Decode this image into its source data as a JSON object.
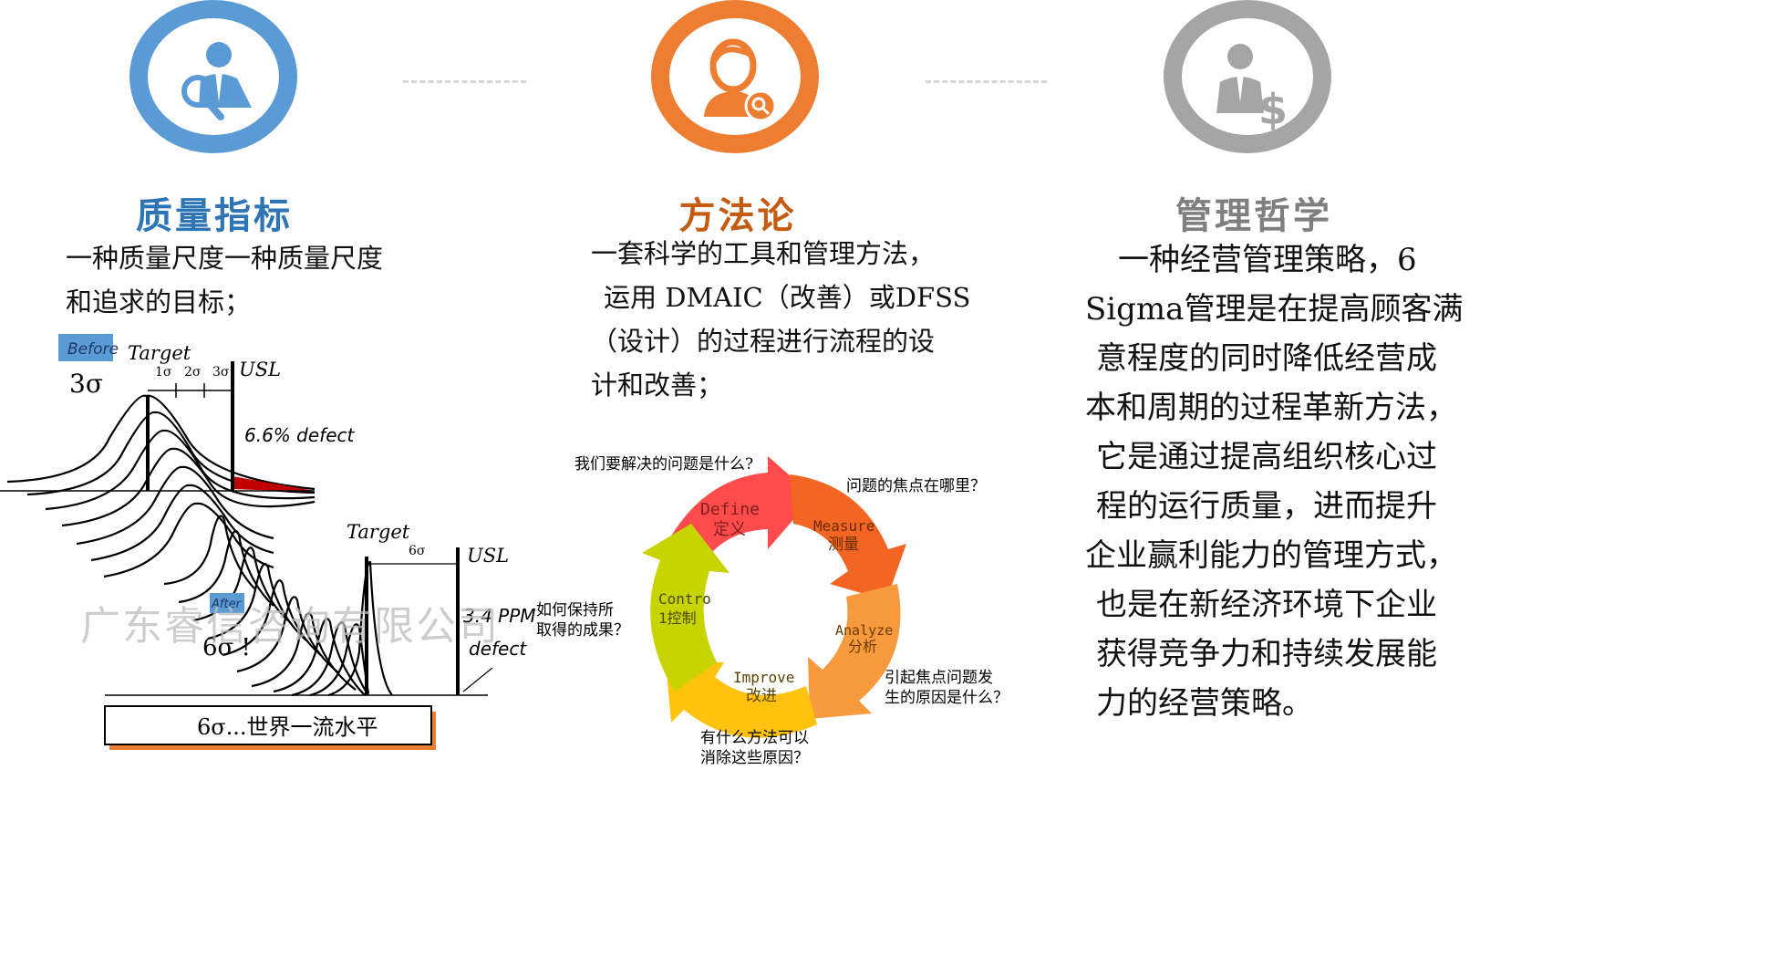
{
  "colors": {
    "blue": "#5b9bd5",
    "orange": "#ed7d31",
    "gray": "#a5a5a5",
    "title_blue": "#2e75b6",
    "title_orange": "#c55a11",
    "title_gray": "#7f7f7f",
    "defect_red": "#c00000"
  },
  "columns": [
    {
      "icon": "user-search-icon",
      "title": "质量指标",
      "lines": [
        "一种质量尺度一种质量尺度",
        "和追求的目标；"
      ]
    },
    {
      "icon": "person-magnifier-icon",
      "title": "方法论",
      "lines": [
        "一套科学的工具和管理方法，",
        "运用 DMAIC（改善）或DFSS",
        "（设计）的过程进行流程的设",
        "计和改善；"
      ]
    },
    {
      "icon": "businessman-dollar-icon",
      "title": "管理哲学",
      "lines": [
        "一种经营管理策略，6",
        "Sigma管理是在提高顾客满",
        "意程度的同时降低经营成",
        "本和周期的过程革新方法，",
        "它是通过提高组织核心过",
        "程的运行质量，进而提升",
        "企业赢利能力的管理方式，",
        "也是在新经济环境下企业",
        "获得竞争力和持续发展能",
        "力的经营策略。"
      ]
    }
  ],
  "sigma_chart": {
    "before_badge": "Before",
    "after_badge": "After",
    "target_top": "Target",
    "usl_top": "USL",
    "sigma_top": "3σ",
    "ticks": [
      "1σ",
      "2σ",
      "3σ"
    ],
    "defect_top": "6.6% defect",
    "target_bottom": "Target",
    "usl_bottom": "USL",
    "six_sigma_tick": "6σ",
    "ppm": "3.4 PPM",
    "defect_bottom": "defect",
    "sigma_bottom": "6σ !",
    "caption": "6σ...世界一流水平"
  },
  "watermark": "广东睿信咨询有限公司",
  "dmaic": {
    "steps": [
      {
        "en": "Define",
        "cn": "定义",
        "color": "#ff4b4b",
        "question": "我们要解决的问题是什么?"
      },
      {
        "en": "Measure",
        "cn": "测量",
        "color": "#f26522",
        "question": "问题的焦点在哪里？"
      },
      {
        "en": "Analyze",
        "cn": "分析",
        "color": "#f79a3e",
        "question": "引起焦点问题发\n生的原因是什么？"
      },
      {
        "en": "Improve",
        "cn": "改进",
        "color": "#ffc20e",
        "question": "有什么方法可以\n消除这些原因？"
      },
      {
        "en": "Contro\n1控制",
        "cn": "",
        "color": "#c8d400",
        "question": "如何保持所\n取得的成果？"
      }
    ]
  }
}
